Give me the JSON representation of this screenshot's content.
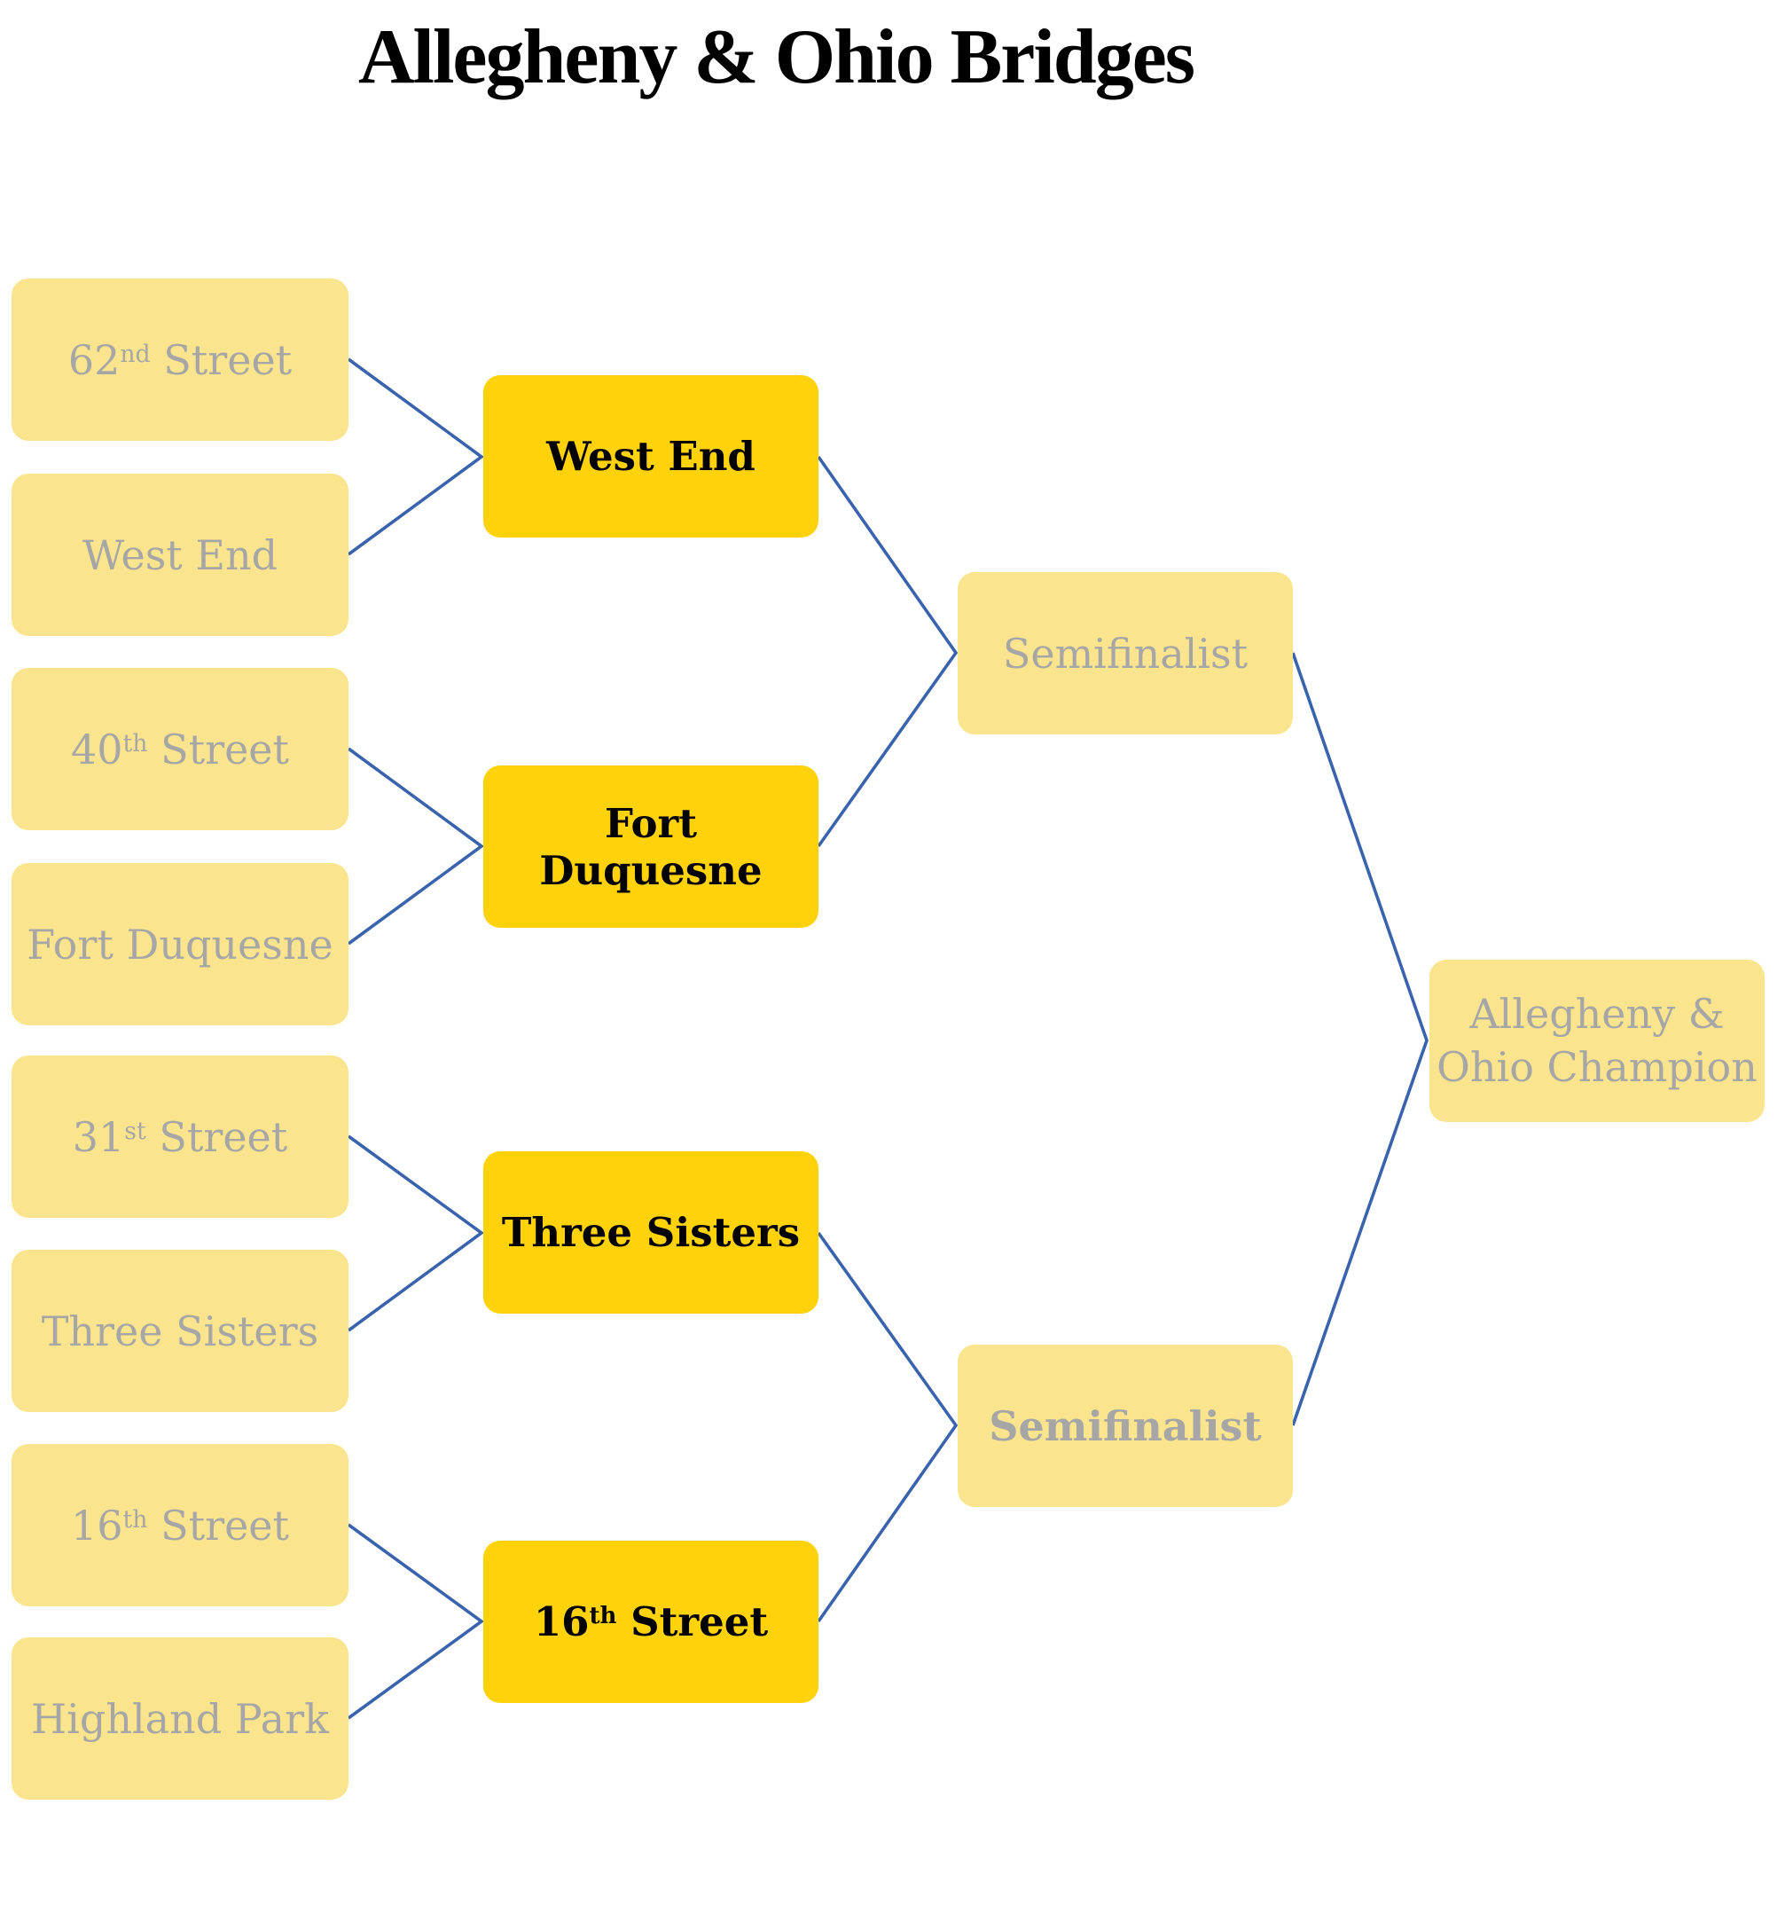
{
  "title": "Allegheny & Ohio Bridges",
  "colors": {
    "box_light": "#FAE58E",
    "box_gold": "#FFD20A",
    "connector_blue": "#3A63AE",
    "text_gray": "#A6A6A6",
    "text_black": "#000000"
  },
  "round1": [
    {
      "pre": "62",
      "sup": "nd",
      "post": " Street"
    },
    {
      "pre": "West End",
      "sup": "",
      "post": ""
    },
    {
      "pre": "40",
      "sup": "th",
      "post": " Street"
    },
    {
      "pre": "Fort Duquesne",
      "sup": "",
      "post": ""
    },
    {
      "pre": "31",
      "sup": "st",
      "post": " Street"
    },
    {
      "pre": "Three Sisters",
      "sup": "",
      "post": ""
    },
    {
      "pre": "16",
      "sup": "th",
      "post": " Street"
    },
    {
      "pre": "Highland Park",
      "sup": "",
      "post": ""
    }
  ],
  "round2": [
    {
      "pre": "West End",
      "sup": "",
      "post": ""
    },
    {
      "pre": "Fort Duquesne",
      "sup": "",
      "post": ""
    },
    {
      "pre": "Three Sisters",
      "sup": "",
      "post": ""
    },
    {
      "pre": "16",
      "sup": "th",
      "post": " Street"
    }
  ],
  "round3": [
    {
      "pre": "Semifinalist",
      "sup": "",
      "post": "",
      "bold": false
    },
    {
      "pre": "Semifinalist",
      "sup": "",
      "post": "",
      "bold": true
    }
  ],
  "final": {
    "line1": "Allegheny &",
    "line2": "Ohio Champion"
  }
}
